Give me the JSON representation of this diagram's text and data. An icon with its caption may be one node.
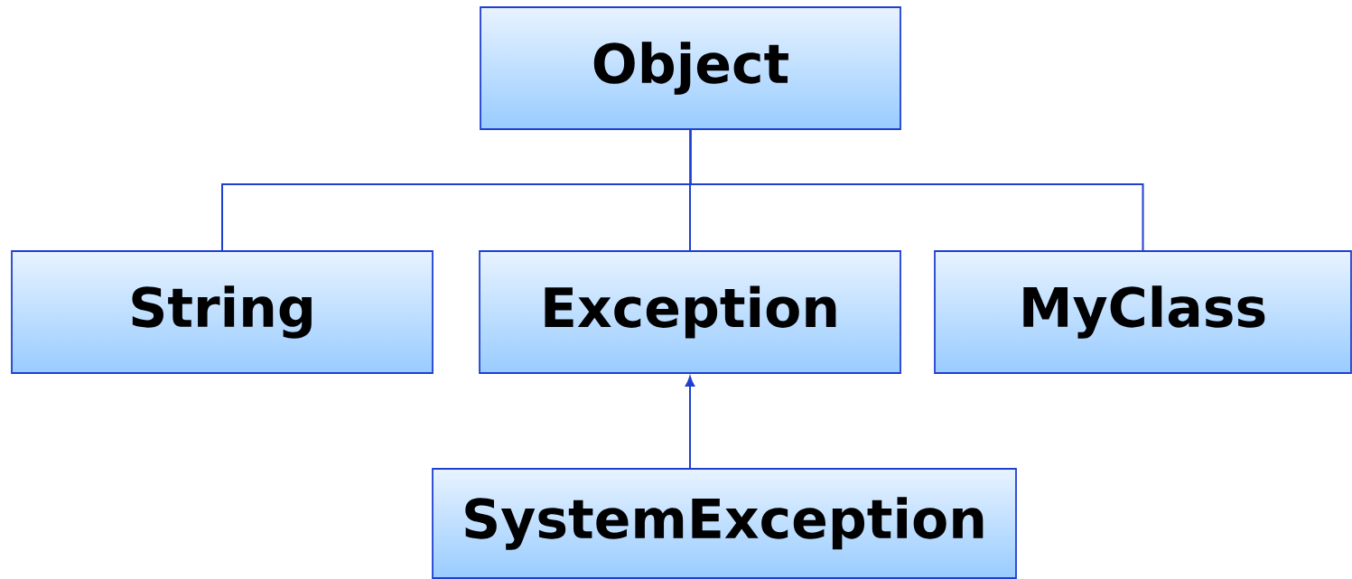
{
  "diagram": {
    "nodes": [
      {
        "text": [
          "Object"
        ]
      },
      {
        "text": [
          "String"
        ]
      },
      {
        "text": [
          "Exception"
        ]
      },
      {
        "text": [
          "MyClass"
        ]
      },
      {
        "text": [
          "SystemException"
        ]
      }
    ],
    "edges": [
      {
        "from": 0,
        "to": 1,
        "arrow": "none"
      },
      {
        "from": 0,
        "to": 2,
        "arrow": "none"
      },
      {
        "from": 0,
        "to": 3,
        "arrow": "none"
      },
      {
        "from": 4,
        "to": 2,
        "arrow": "to"
      }
    ]
  }
}
